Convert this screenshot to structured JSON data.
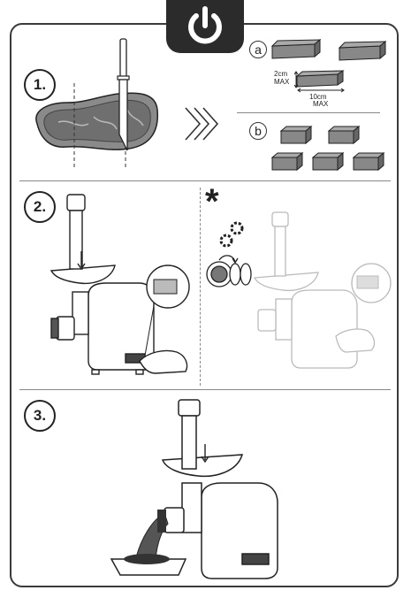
{
  "steps": {
    "step1": "1.",
    "step2": "2.",
    "step3": "3."
  },
  "options": {
    "a": "a",
    "b": "b"
  },
  "measures": {
    "thickness_value": "2cm",
    "thickness_max": "MAX",
    "length_value": "10cm",
    "length_max": "MAX"
  },
  "note_marker": "*",
  "icons": {
    "power": "power-icon",
    "gears": "gears-icon",
    "knife": "knife-icon",
    "chevrons": "chevrons-right-icon"
  },
  "colors": {
    "power_tab": "#2b2b2b",
    "line": "#333333",
    "faded_line": "#bbbbbb",
    "meat": "#7a7a7a"
  }
}
